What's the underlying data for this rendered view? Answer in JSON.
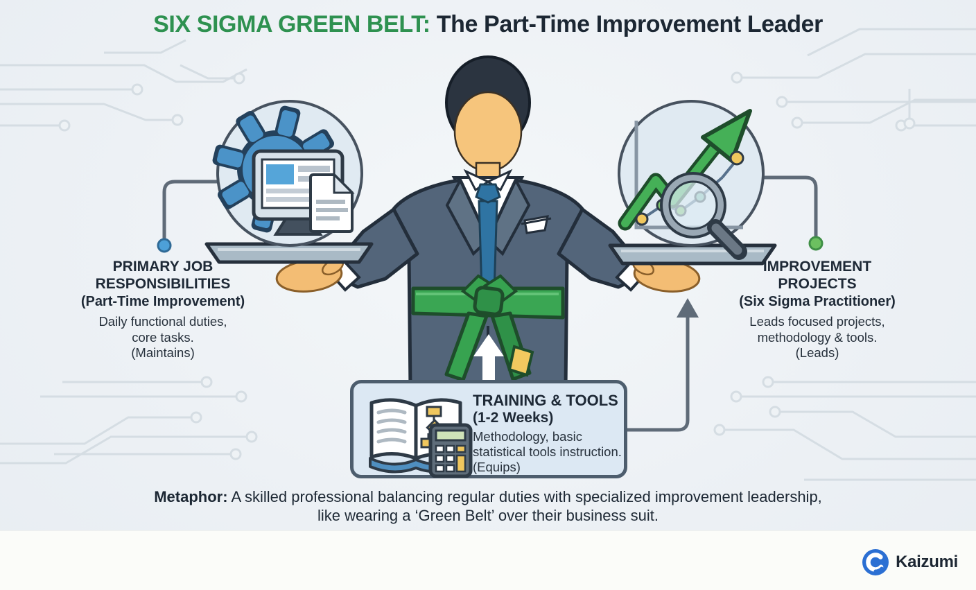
{
  "title": {
    "highlight": "SIX SIGMA GREEN BELT:",
    "rest": " The Part-Time Improvement Leader"
  },
  "left_panel": {
    "heading_line1": "PRIMARY JOB",
    "heading_line2": "RESPONSIBILITIES",
    "subheading": "(Part-Time Improvement)",
    "body_line1": "Daily functional duties,",
    "body_line2": "core tasks.",
    "tag": "(Maintains)"
  },
  "right_panel": {
    "heading_line1": "IMPROVEMENT",
    "heading_line2": "PROJECTS",
    "subheading": "(Six Sigma Practitioner)",
    "body_line1": "Leads focused projects,",
    "body_line2": "methodology & tools.",
    "tag": "(Leads)"
  },
  "training_box": {
    "heading": "TRAINING & TOOLS",
    "subheading": "(1-2 Weeks)",
    "body_line1": "Methodology, basic",
    "body_line2": "statistical tools instruction.",
    "tag": "(Equips)"
  },
  "metaphor": {
    "label": "Metaphor:",
    "line1": "A skilled professional balancing regular duties with specialized improvement leadership,",
    "line2": "like wearing a ‘Green Belt’ over their business suit."
  },
  "footer": {
    "brand": "Kaizumi"
  },
  "icons": {
    "left_circle": "gear-monitor-document-icon",
    "right_circle": "growth-chart-magnifier-icon",
    "training": "book-calculator-icon",
    "brand": "kaizumi-wave-icon"
  },
  "colors": {
    "title_green": "#2e9150",
    "title_navy": "#1c2733",
    "background": "#edf1f5",
    "belt_green": "#3aa653",
    "gear_blue": "#4b93c8",
    "arrow_green": "#45b057",
    "box_fill": "#dce8f3",
    "box_border": "#4d5d6d",
    "connector_blue_dot": "#4da0d8",
    "connector_green_dot": "#6cc060",
    "brand_blue": "#2b6fd3",
    "footer_bg": "#fbfcf9"
  }
}
